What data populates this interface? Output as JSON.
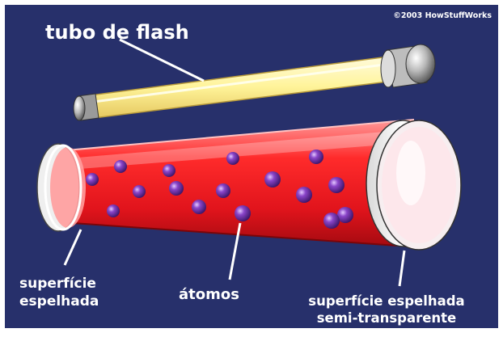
{
  "copyright": "©2003 HowStuffWorks",
  "labels": {
    "flash_tube": "tubo de flash",
    "mirror_left_line1": "superfície",
    "mirror_left_line2": "espelhada",
    "atoms": "átomos",
    "mirror_right_line1": "superfície espelhada",
    "mirror_right_line2": "semi-transparente"
  },
  "colors": {
    "background": "#27306b",
    "border": "#ffffff",
    "flash_tube": "#fff6a8",
    "laser_tube": "#e8202a",
    "atom": "#6b2ea3",
    "mirror": "#f2f2f2",
    "label_text": "#ffffff"
  }
}
